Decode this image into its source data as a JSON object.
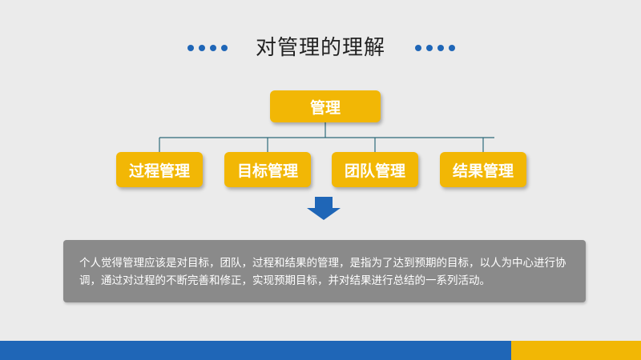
{
  "title": "对管理的理解",
  "root_node": {
    "label": "管理"
  },
  "child_nodes": [
    {
      "label": "过程管理"
    },
    {
      "label": "目标管理"
    },
    {
      "label": "团队管理"
    },
    {
      "label": "结果管理"
    }
  ],
  "description": "个人觉得管理应该是对目标，团队，过程和结果的管理，是指为了达到预期的目标，以人为中心进行协调，通过对过程的不断完善和修正，实现预期目标，并对结果进行总结的一系列活动。",
  "colors": {
    "accent_blue": "#1f66b7",
    "accent_yellow": "#f2b705",
    "connector": "#2d6a7a",
    "description_bg": "#8a8a8a",
    "background": "#ebebeb"
  },
  "icons": {
    "title_decoration": "four-dots",
    "flow_arrow": "down-arrow-icon"
  }
}
